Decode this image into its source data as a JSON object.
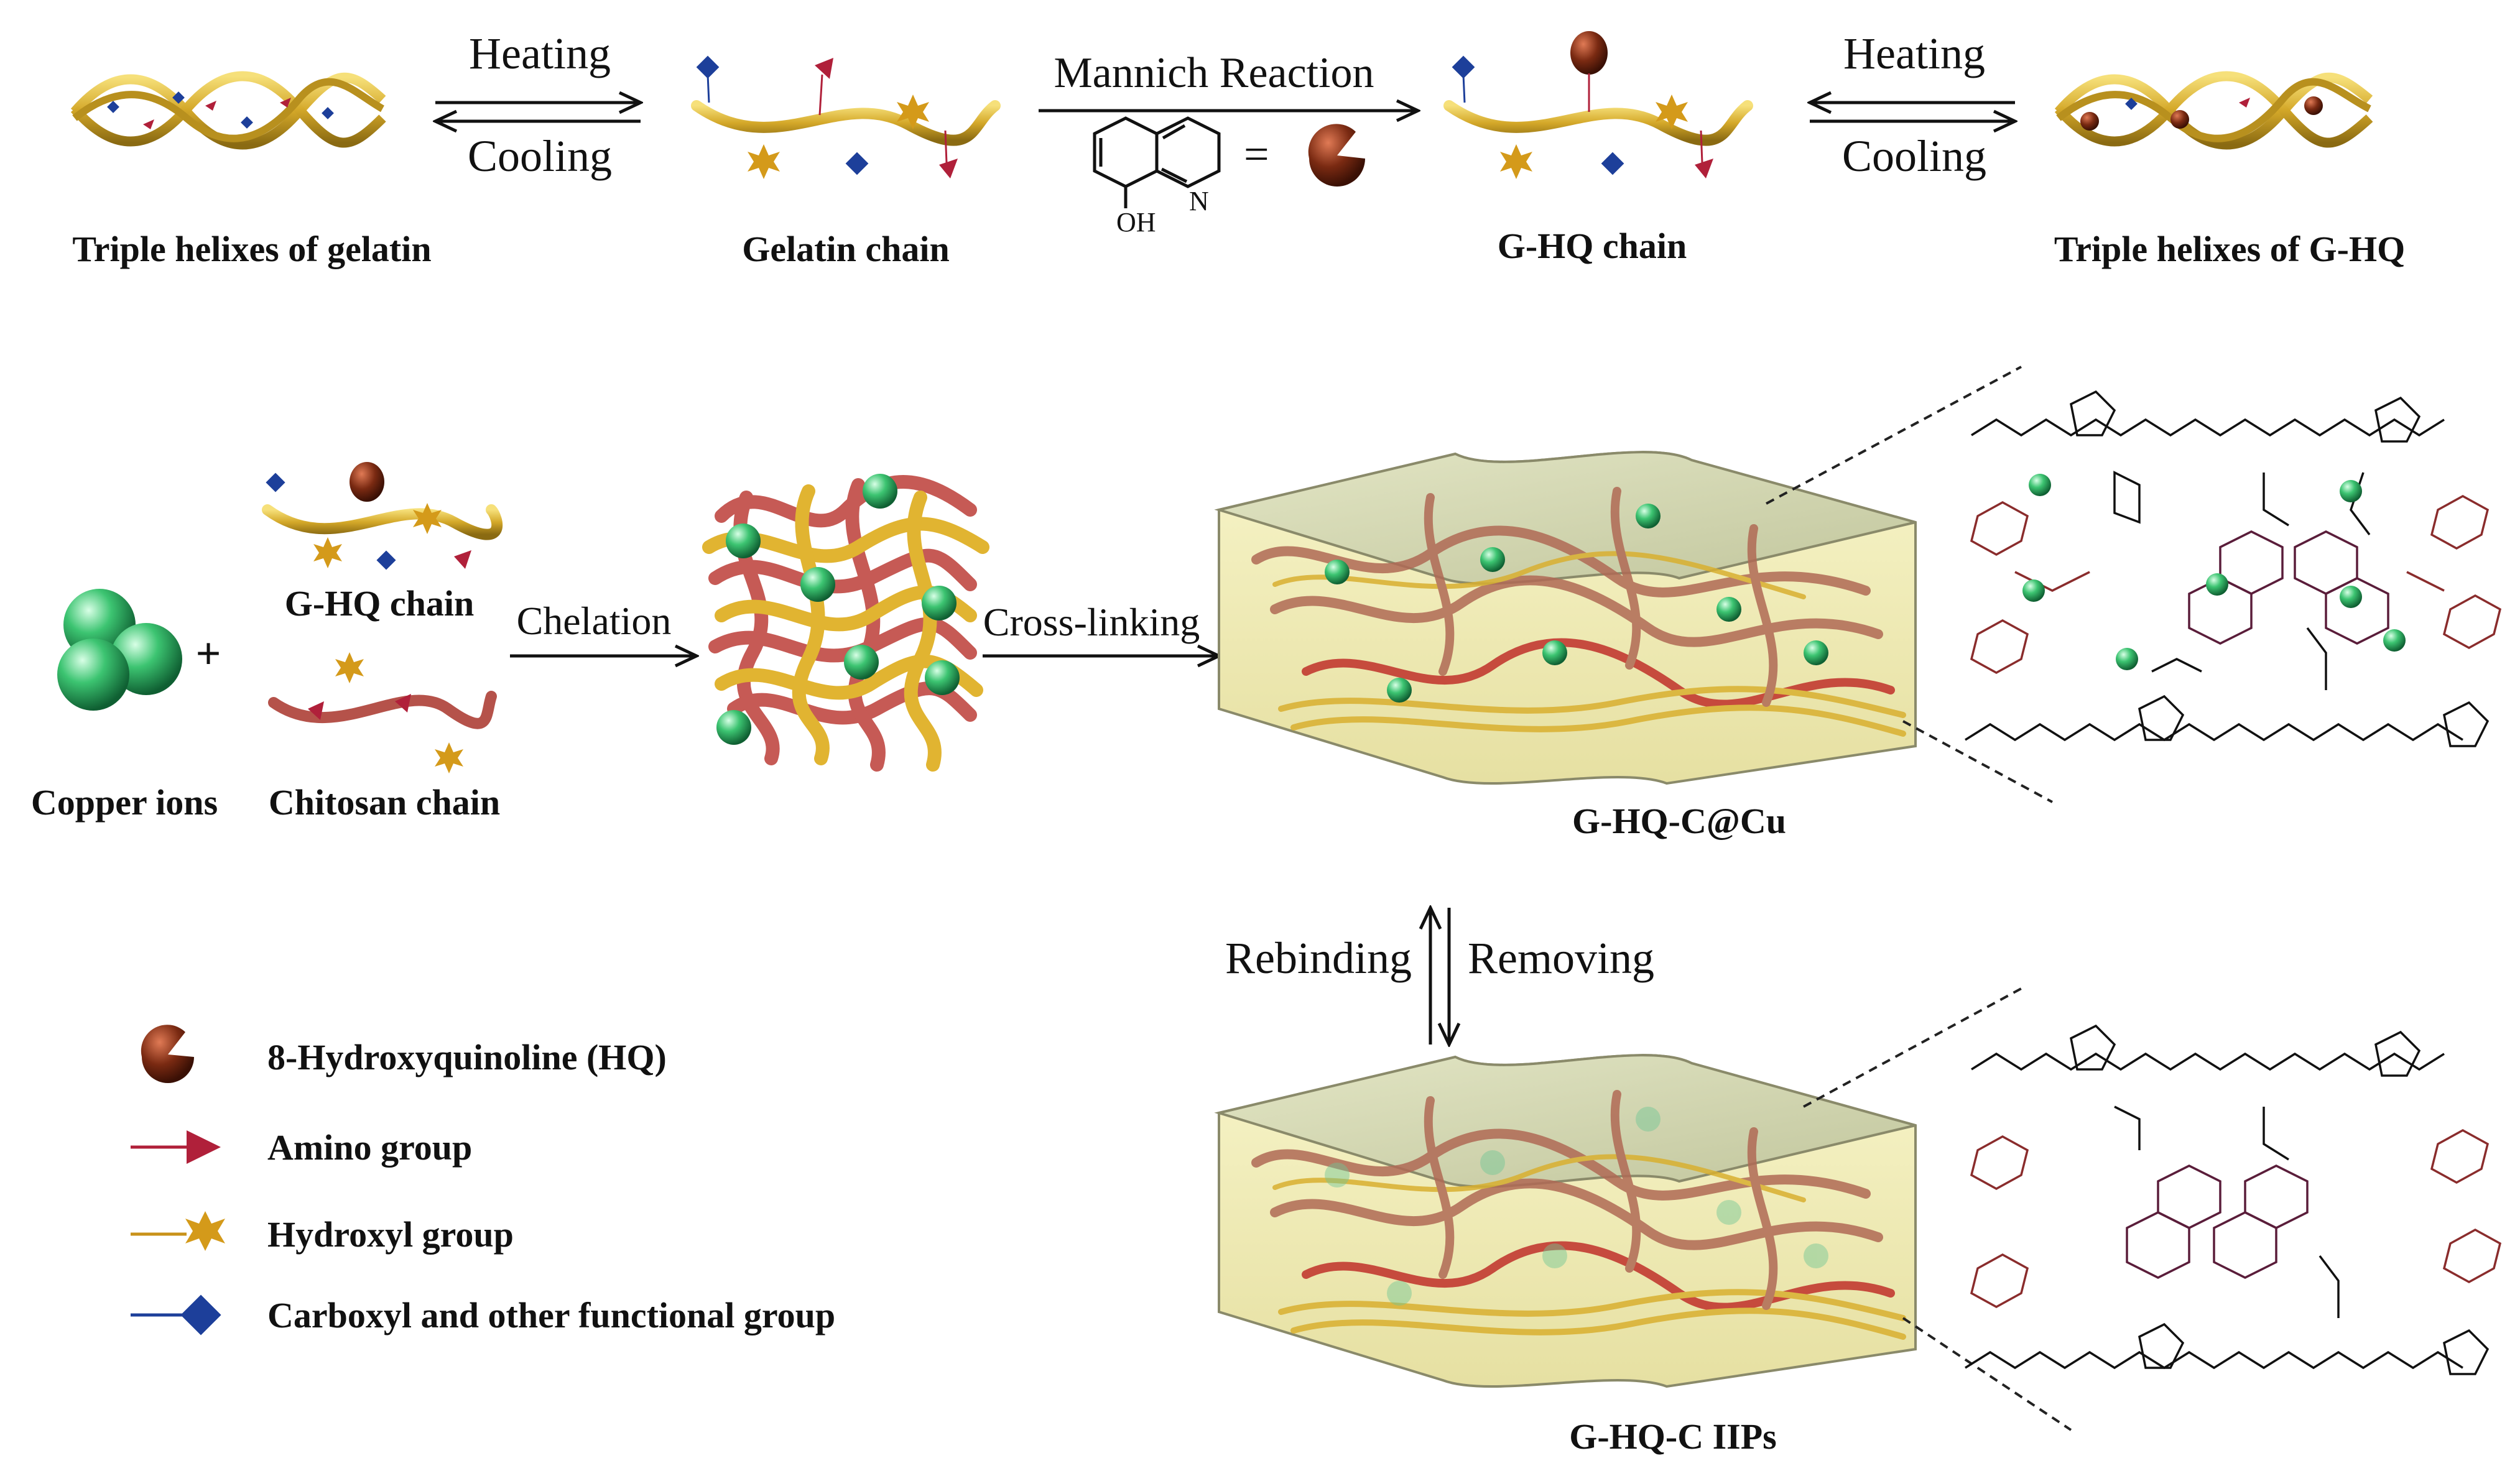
{
  "top_row": {
    "arrow1_top": "Heating",
    "arrow1_bottom": "Cooling",
    "arrow2_top": "Mannich Reaction",
    "arrow3_top": "Heating",
    "arrow3_bottom": "Cooling",
    "hq_oh": "OH",
    "hq_n": "N",
    "equals": "=",
    "labels": {
      "triple_gelatin": "Triple helixes of gelatin",
      "gelatin_chain": "Gelatin chain",
      "ghq_chain": "G-HQ chain",
      "triple_ghq": "Triple helixes of G-HQ"
    }
  },
  "middle_row": {
    "ghq_chain": "G-HQ chain",
    "chitosan_chain": "Chitosan chain",
    "copper_ions": "Copper ions",
    "plus": "+",
    "chelation": "Chelation",
    "cross_linking": "Cross-linking",
    "ghq_c_cu": "G-HQ-C@Cu",
    "rebinding": "Rebinding",
    "removing": "Removing",
    "ghq_c_iips": "G-HQ-C IIPs"
  },
  "legend": {
    "hq": "8-Hydroxyquinoline (HQ)",
    "amino": "Amino group",
    "hydroxyl": "Hydroxyl group",
    "carboxyl": "Carboxyl and other functional group"
  },
  "colors": {
    "gold": "#d4a829",
    "chitosan": "#b5524a",
    "amino": "#b0203a",
    "carboxyl": "#1d3f9a",
    "hydroxyl": "#c9921a",
    "hq": "#6e2a16",
    "copper": "#2fae62"
  }
}
